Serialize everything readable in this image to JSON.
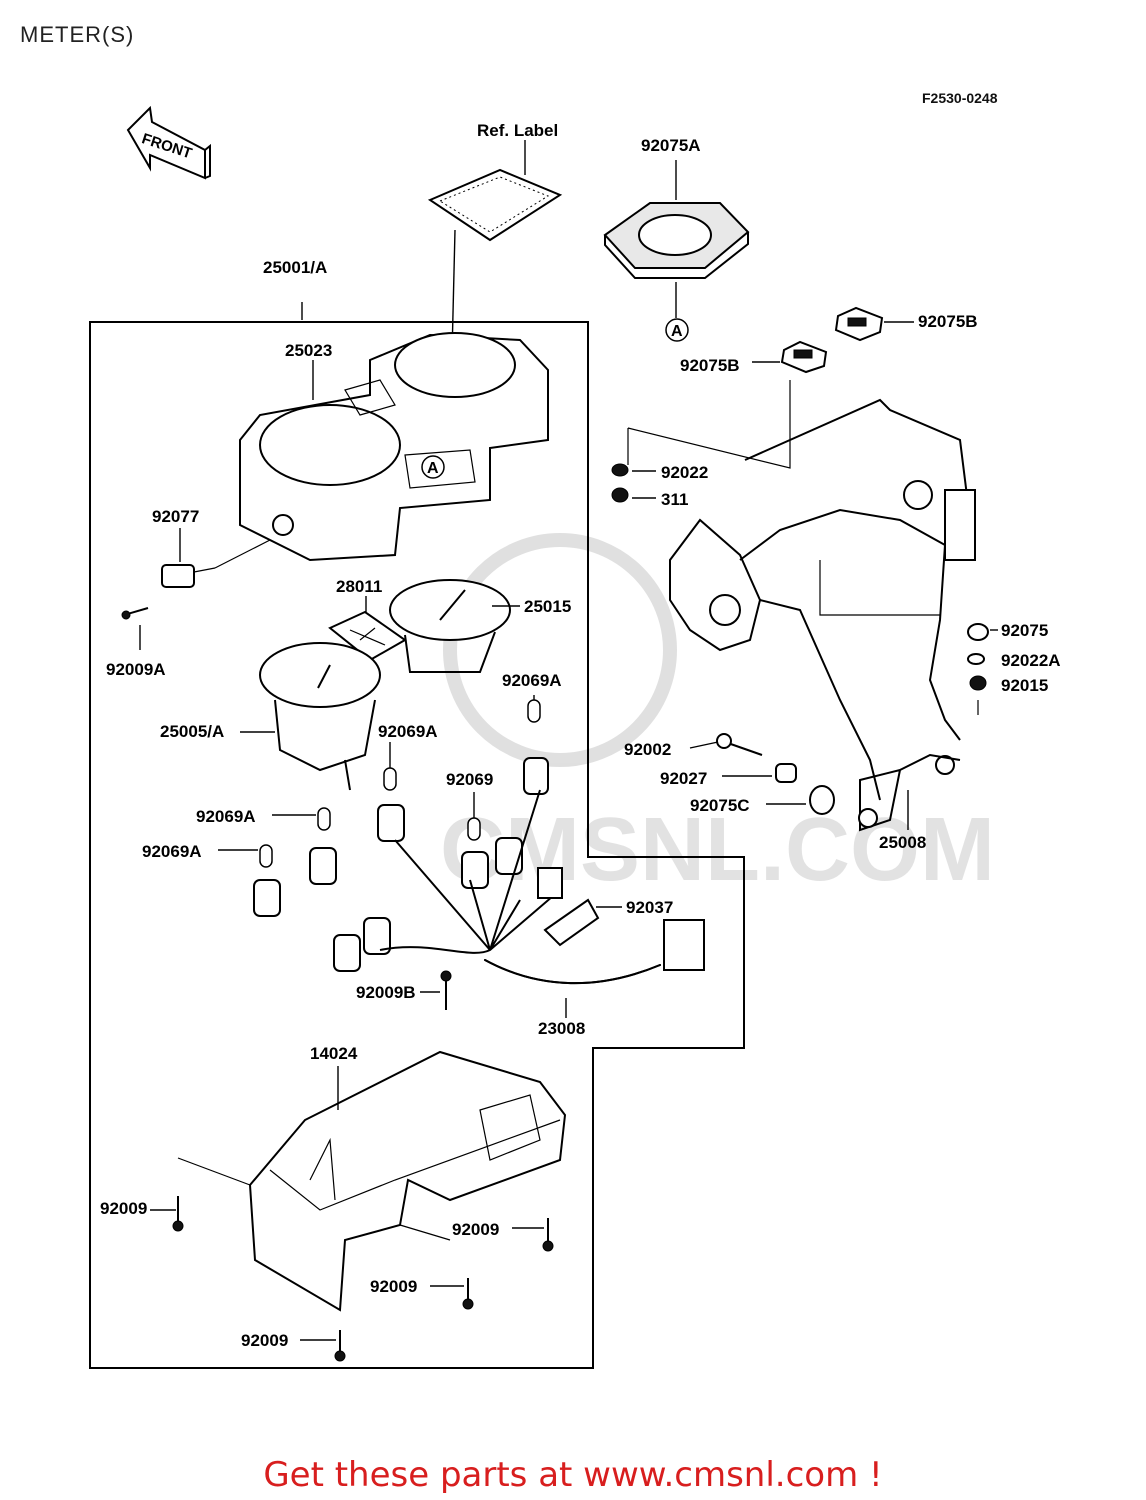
{
  "page": {
    "title": "METER(S)",
    "diagram_code": "F2530-0248",
    "footer": "Get these parts at www.cmsnl.com !",
    "watermark_text": "CMSNL.COM"
  },
  "diagram": {
    "front_marker": "FRONT",
    "labels": {
      "ref_label": "Ref. Label",
      "p92075A": "92075A",
      "p25001A": "25001/A",
      "p25023": "25023",
      "p92075B_top": "92075B",
      "p92075B_mid": "92075B",
      "p92022": "92022",
      "p311": "311",
      "p92077": "92077",
      "p28011": "28011",
      "p25015": "25015",
      "p92009A": "92009A",
      "p92069A_1": "92069A",
      "p25005A": "25005/A",
      "p92069A_2": "92069A",
      "p92069": "92069",
      "p92069A_3": "92069A",
      "p92069A_4": "92069A",
      "p92075": "92075",
      "p92022A": "92022A",
      "p92015": "92015",
      "p92002": "92002",
      "p92027": "92027",
      "p92075C": "92075C",
      "p25008": "25008",
      "p92037": "92037",
      "p92009B": "92009B",
      "p23008": "23008",
      "p14024": "14024",
      "p92009_1": "92009",
      "p92009_2": "92009",
      "p92009_3": "92009",
      "p92009_4": "92009",
      "circle_A_1": "A",
      "circle_A_2": "A"
    }
  }
}
